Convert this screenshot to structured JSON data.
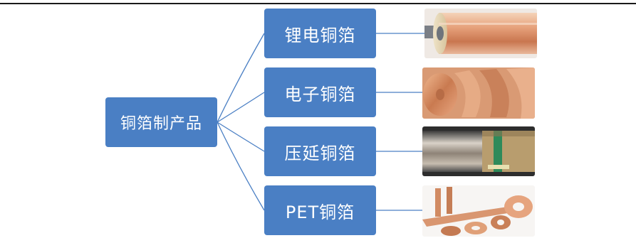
{
  "root": {
    "label": "铜箔制产品"
  },
  "products": [
    {
      "label": "锂电铜箔",
      "image": "lithium-battery-copper-foil-roll-photo"
    },
    {
      "label": "电子铜箔",
      "image": "electronic-copper-foil-rolls-photo"
    },
    {
      "label": "压延铜箔",
      "image": "rolled-copper-foil-photo"
    },
    {
      "label": "PET铜箔",
      "image": "pet-copper-foil-tapes-photo"
    }
  ],
  "colors": {
    "box": "#4a7fc4",
    "line": "#4a7fc4",
    "text": "#ffffff"
  }
}
